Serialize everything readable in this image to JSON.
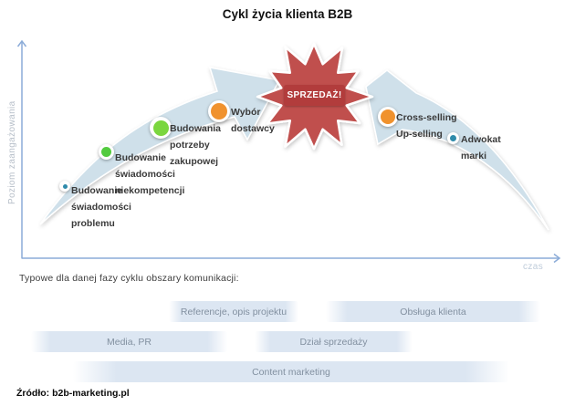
{
  "title": "Cykl życia klienta B2B",
  "axes": {
    "y_label": "Poziom zaangażowania",
    "x_label": "czas",
    "line_color": "#8cacd8",
    "label_color": "#b7bfc9"
  },
  "arc": {
    "color": "#cfe0ea"
  },
  "burst": {
    "label": "SPRZEDAŻ!",
    "fill": "#c0504d",
    "label_bg": "#b23c3c"
  },
  "milestones": [
    {
      "label": "Budowanie\nświadomości\nproblemu",
      "color": "#2f8bab"
    },
    {
      "label": "Budowanie\nświadomości\nniekompetencji",
      "color": "#52cb3f"
    },
    {
      "label": "Budowania\npotrzeby\nzakupowej",
      "color": "#7ad63f"
    },
    {
      "label": "Wybór\ndostawcy",
      "color": "#f0922e"
    },
    {
      "label": "Cross-selling\nUp-selling",
      "color": "#f0922e"
    },
    {
      "label": "Adwokat\nmarki",
      "color": "#2f8bab"
    }
  ],
  "communication": {
    "heading": "Typowe dla danej fazy cyklu obszary komunikacji:",
    "areas": [
      "Referencje, opis projektu",
      "Obsługa klienta",
      "Media, PR",
      "Dział sprzedaży",
      "Content marketing"
    ],
    "bar_color": "#dce6f2",
    "bar_text_color": "#8290a0"
  },
  "source": "Źródło: b2b-marketing.pl"
}
